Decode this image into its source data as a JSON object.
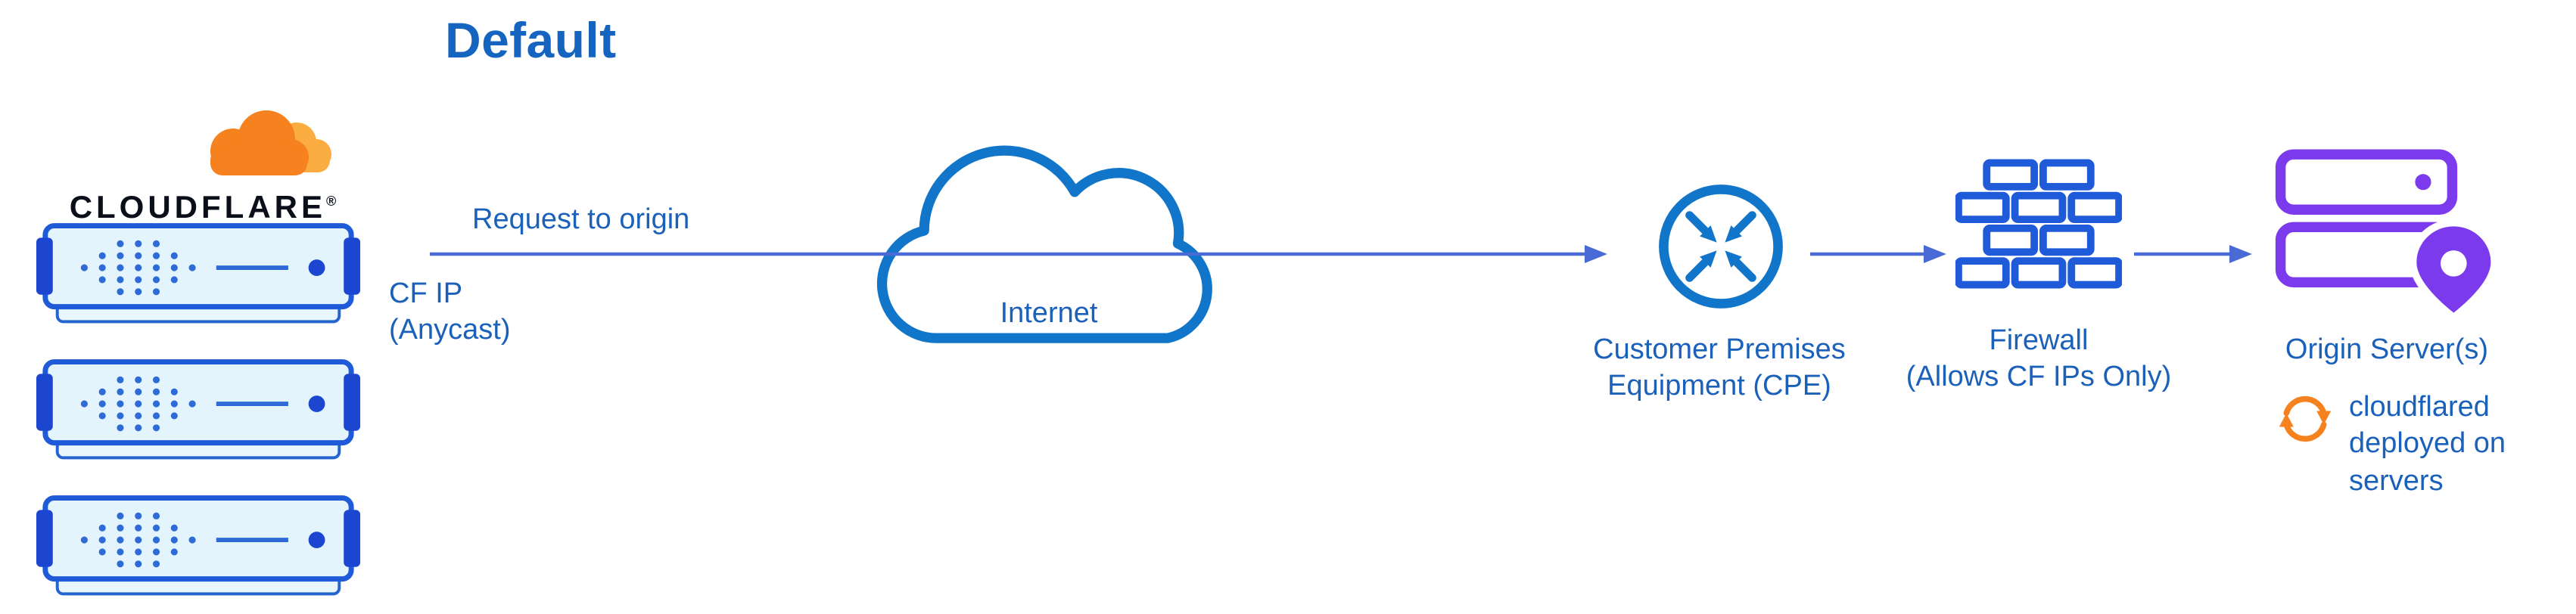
{
  "title": "Default",
  "logo": {
    "wordmark": "CLOUDFLARE",
    "registered": "®",
    "icon": "cloudflare-cloud-icon"
  },
  "labels": {
    "request": "Request to origin",
    "cf_ip": "CF IP\n(Anycast)",
    "internet": "Internet",
    "cpe": "Customer Premises\nEquipment (CPE)",
    "firewall": "Firewall\n(Allows CF IPs Only)",
    "origin": "Origin Server(s)",
    "cloudflared": "cloudflared\ndeployed on\nservers"
  },
  "icons": {
    "logo": "cloudflare-cloud-icon",
    "edge_servers": "edge-server-icon",
    "internet": "internet-cloud-icon",
    "cpe": "router-crossing-arrows-icon",
    "firewall": "brick-wall-icon",
    "origin": "server-location-pin-icon",
    "cloudflared": "sync-arrows-icon",
    "flow": "right-arrow-icon"
  },
  "colors": {
    "blue_text": "#1b61ba",
    "blue_icon": "#1176c9",
    "blue_vivid": "#1f5ad8",
    "blue_dark": "#1c46cf",
    "arrow": "#4a6bd6",
    "orange": "#f6821f",
    "orange_light": "#fbad41",
    "purple": "#7c3aed",
    "wordmark_ink": "#0a0f1a"
  }
}
